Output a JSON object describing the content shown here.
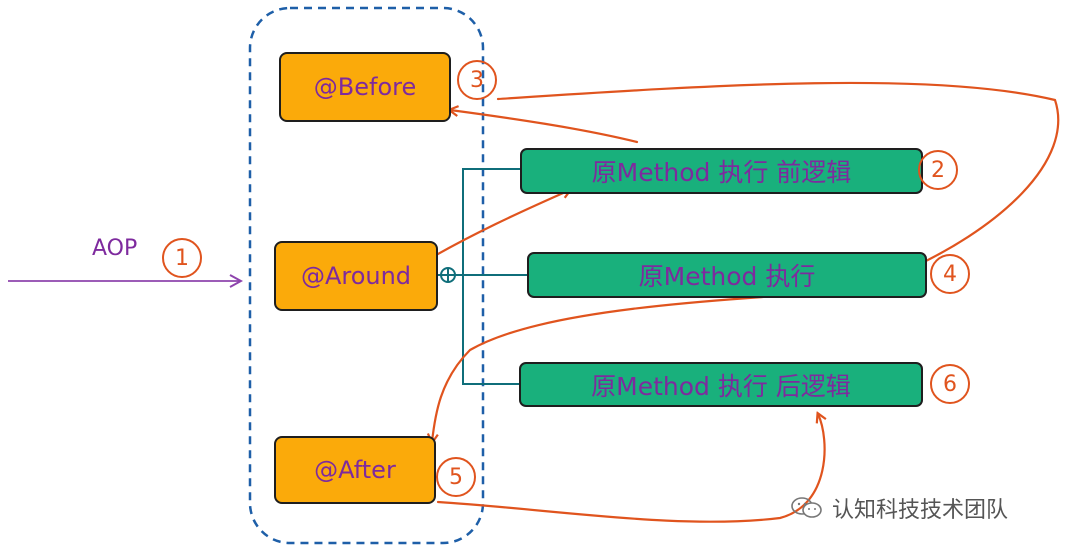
{
  "aop_label": "AOP",
  "advices": {
    "before": "@Before",
    "around": "@Around",
    "after": "@After"
  },
  "methods": {
    "pre": "原Method 执行 前逻辑",
    "exec": "原Method 执行",
    "post": "原Method 执行 后逻辑"
  },
  "steps": [
    "1",
    "2",
    "3",
    "4",
    "5",
    "6"
  ],
  "watermark": "认知科技技术团队",
  "colors": {
    "advice_fill": "#fbaa0a",
    "method_fill": "#19b07c",
    "text_purple": "#7e2a9e",
    "arrow_orange": "#e0541e",
    "container_blue": "#1e5fa8",
    "connector_teal": "#0f6e7a"
  }
}
